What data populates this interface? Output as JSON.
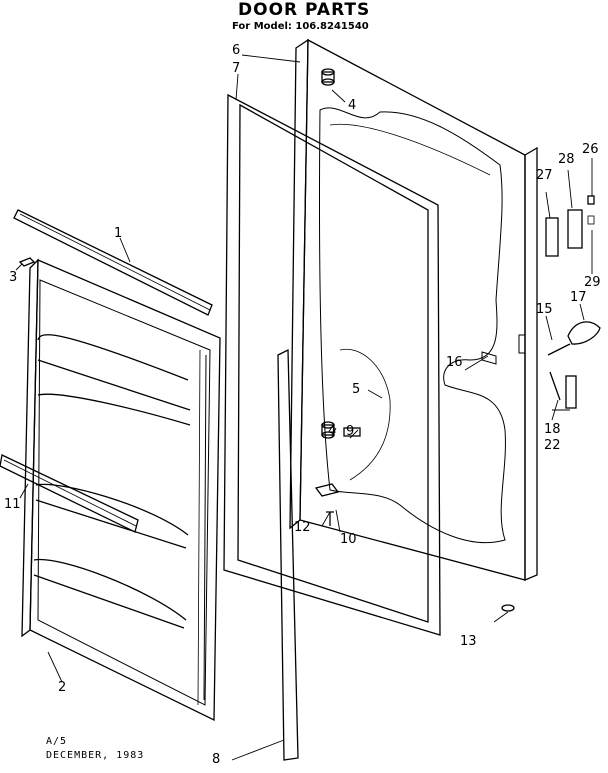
{
  "header": {
    "title": "DOOR PARTS",
    "subtitle": "For Model: 106.8241540"
  },
  "footer": {
    "code": "A/5",
    "date": "DECEMBER, 1983"
  },
  "callouts": {
    "c1": "1",
    "c2": "2",
    "c3": "3",
    "c4a": "4",
    "c4b": "4",
    "c5": "5",
    "c6": "6",
    "c7": "7",
    "c8": "8",
    "c9": "9",
    "c10": "10",
    "c11": "11",
    "c12": "12",
    "c13": "13",
    "c15": "15",
    "c16": "16",
    "c17": "17",
    "c18": "18",
    "c22": "22",
    "c26": "26",
    "c27": "27",
    "c28": "28",
    "c29": "29"
  }
}
